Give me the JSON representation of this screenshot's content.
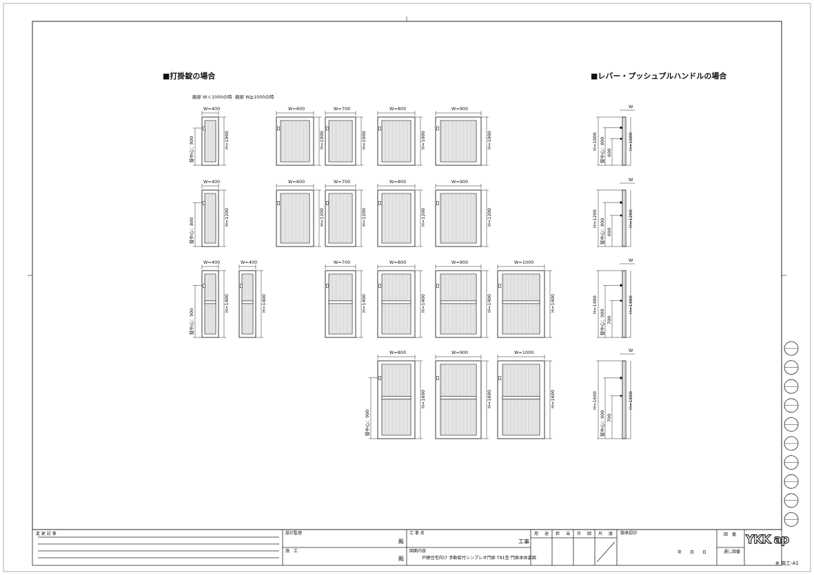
{
  "sections": {
    "left_title": "■打掛錠の場合",
    "right_title": "■レバー・プッシュプルハンドルの場合",
    "note_small": "親扉 W＜1000の時",
    "note_large": "親扉 W≧1000の時"
  },
  "rows": [
    {
      "height": "H=1000",
      "lock": "錠中心：800",
      "gates": [
        {
          "w": "W=400"
        },
        {
          "w": "W=600"
        },
        {
          "w": "W=700"
        },
        {
          "w": "W=800"
        },
        {
          "w": "W=900"
        }
      ]
    },
    {
      "height": "H=1200",
      "lock": "錠中心：800",
      "gates": [
        {
          "w": "W=400"
        },
        {
          "w": "W=600"
        },
        {
          "w": "W=700"
        },
        {
          "w": "W=800"
        },
        {
          "w": "W=900"
        }
      ]
    },
    {
      "height": "H=1400",
      "lock": "錠中心：900",
      "gates": [
        {
          "w": "W=400"
        },
        {
          "w": "W=400"
        },
        {
          "w": "W=700"
        },
        {
          "w": "W=800"
        },
        {
          "w": "W=900"
        },
        {
          "w": "W=1000"
        }
      ]
    },
    {
      "height": "H=1600",
      "lock": "錠中心：900",
      "gates": [
        {
          "w": "W=800"
        },
        {
          "w": "W=900"
        },
        {
          "w": "W=1000"
        }
      ]
    }
  ],
  "side_views": [
    {
      "w": "W",
      "h_outer": "H=1000",
      "lock": "錠中心：800",
      "handle": "600",
      "h_right": "H=1000"
    },
    {
      "w": "W",
      "h_outer": "H=1200",
      "lock": "錠中心：800",
      "handle": "600",
      "h_right": "H=1200"
    },
    {
      "w": "W",
      "h_outer": "H=1400",
      "lock": "錠中心：900",
      "handle": "700",
      "h_right": "H=1400"
    },
    {
      "w": "W",
      "h_outer": "H=1600",
      "lock": "錠中心：900",
      "handle": "700",
      "h_right": "H=1600"
    }
  ],
  "title_block": {
    "revision_label": "変 更 記 事",
    "design_supervision": "設計監理",
    "construction": "施　工",
    "honorific": "殿",
    "project_name_label": "工 事 名",
    "project_suffix": "工事",
    "drawing_content_label": "図面内容",
    "drawing_content": "戸建住宅向け 手動錠付シンプレオ門扉 T81型 門扉本体姿図",
    "approvals": [
      "用",
      "途",
      "担",
      "当",
      "作",
      "図",
      "尺",
      "度"
    ],
    "approval_label": "御承認印",
    "date": "年　　月　　日",
    "drawing_no_label": "図　番",
    "serial_label": "通し図番",
    "logo": "YKK ap",
    "sheet_code": "⊕ 施工-A1"
  },
  "colors": {
    "line": "#222222",
    "slat": "#888888",
    "frame": "#222222"
  }
}
